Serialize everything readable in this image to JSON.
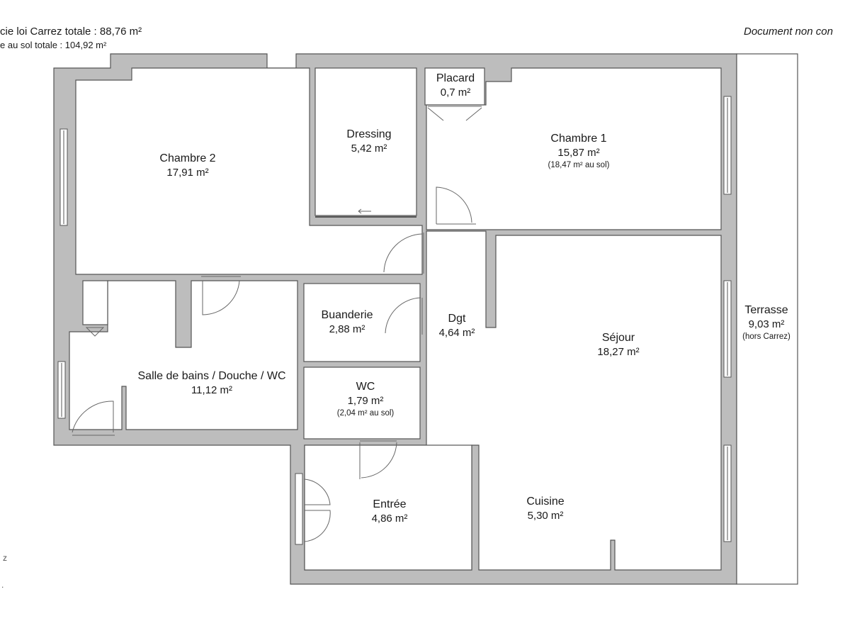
{
  "header": {
    "surface_carrez": "cie loi Carrez totale : 88,76 m²",
    "surface_sol": "e au sol totale : 104,92  m²",
    "disclaimer": "Document non con"
  },
  "rooms": {
    "chambre2": {
      "name": "Chambre 2",
      "area": "17,91 m²"
    },
    "dressing": {
      "name": "Dressing",
      "area": "5,42 m²"
    },
    "placard": {
      "name": "Placard",
      "area": "0,7 m²"
    },
    "chambre1": {
      "name": "Chambre 1",
      "area": "15,87 m²",
      "extra": "(18,47 m² au sol)"
    },
    "buanderie": {
      "name": "Buanderie",
      "area": "2,88 m²"
    },
    "dgt": {
      "name": "Dgt",
      "area": "4,64 m²"
    },
    "sejour": {
      "name": "Séjour",
      "area": "18,27 m²"
    },
    "terrasse": {
      "name": "Terrasse",
      "area": "9,03 m²",
      "extra": "(hors Carrez)"
    },
    "sdb": {
      "name": "Salle de bains / Douche / WC",
      "area": "11,12 m²"
    },
    "wc": {
      "name": "WC",
      "area": "1,79 m²",
      "extra": "(2,04 m² au sol)"
    },
    "entree": {
      "name": "Entrée",
      "area": "4,86 m²"
    },
    "cuisine": {
      "name": "Cuisine",
      "area": "5,30 m²"
    }
  },
  "margin_marks": {
    "top": "z",
    "bottom": "."
  },
  "colors": {
    "wall": "#bdbdbd",
    "wall_edge": "#555555",
    "floor": "#ffffff",
    "line": "#444444"
  }
}
